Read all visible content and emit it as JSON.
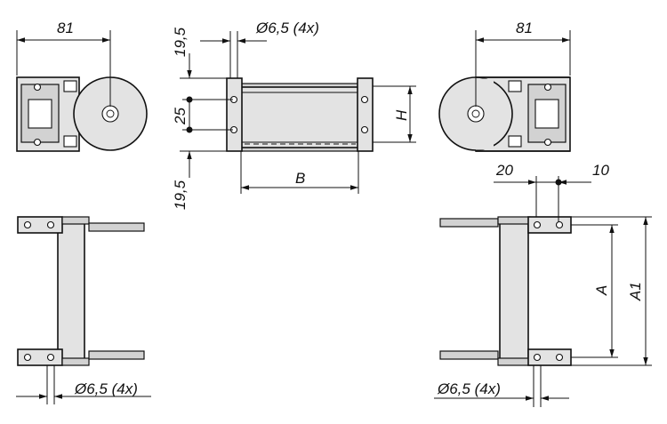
{
  "labels": {
    "w_top_left": "81",
    "h_top": "19,5",
    "pitch": "25",
    "h_bottom": "19,5",
    "hole_top": "Ø6,5 (4x)",
    "height": "H",
    "width": "B",
    "w_top_right": "81",
    "offset_20": "20",
    "offset_10": "10",
    "dim_a": "A",
    "dim_a1": "A1",
    "hole_bottom_left": "Ø6,5 (4x)",
    "hole_bottom_right": "Ø6,5 (4x)"
  },
  "colors": {
    "line": "#111111",
    "fill": "#e3e3e3",
    "fill_dark": "#d2d2d2",
    "background": "#ffffff"
  }
}
